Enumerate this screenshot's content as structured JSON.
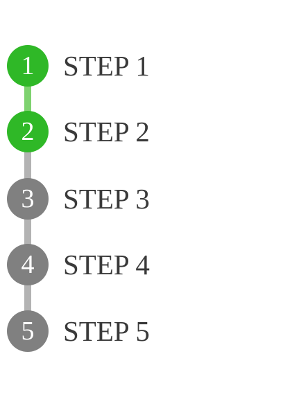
{
  "colors": {
    "active": "#2fb827",
    "active_connector": "#7ed26f",
    "inactive": "#808080",
    "inactive_connector": "#b3b3b3",
    "label_text": "#3a3a3a"
  },
  "steps": [
    {
      "number": "1",
      "label": "STEP 1",
      "state": "completed"
    },
    {
      "number": "2",
      "label": "STEP 2",
      "state": "current"
    },
    {
      "number": "3",
      "label": "STEP 3",
      "state": "upcoming"
    },
    {
      "number": "4",
      "label": "STEP 4",
      "state": "upcoming"
    },
    {
      "number": "5",
      "label": "STEP 5",
      "state": "upcoming"
    }
  ]
}
